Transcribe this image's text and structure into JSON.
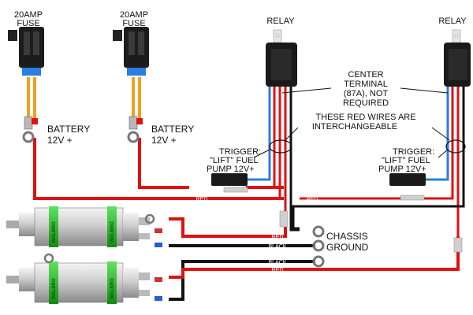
{
  "labels": {
    "fuse_left_amp": "20AMP",
    "fuse_left_name": "FUSE",
    "fuse_mid_amp": "20AMP",
    "fuse_mid_name": "FUSE",
    "relay_left": "RELAY",
    "relay_right": "RELAY",
    "battery_left_1": "BATTERY",
    "battery_left_2": "12V +",
    "battery_mid_1": "BATTERY",
    "battery_mid_2": "12V +",
    "center_1": "CENTER",
    "center_2": "TERMINAL",
    "center_3": "(87A), NOT",
    "center_4": "REQUIRED",
    "red_note_1": "THESE RED WIRES ARE",
    "red_note_2": "INTERCHANGEABLE",
    "trigger_left_1": "TRIGGER:",
    "trigger_left_2": "\"LIFT\" FUEL",
    "trigger_left_3": "PUMP 12V+",
    "trigger_right_1": "TRIGGER:",
    "trigger_right_2": "\"LIFT\" FUEL",
    "trigger_right_3": "PUMP 12V+",
    "chassis_1": "CHASSIS",
    "chassis_2": "GROUND"
  },
  "wire_tags": {
    "red_1": "RED",
    "red_2": "RED",
    "red_3": "RED",
    "black_1": "BLACK",
    "black_2": "BLACK",
    "red_4": "RED"
  },
  "pump_brand": "WALBRO",
  "colors": {
    "red_wire": "#e01010",
    "black_wire": "#111111",
    "blue_wire": "#2a7de1",
    "orange_wire": "#f0a020",
    "pump_body": "#d9d9d9",
    "pump_band": "#27c127",
    "relay_body": "#1a1a1a"
  }
}
